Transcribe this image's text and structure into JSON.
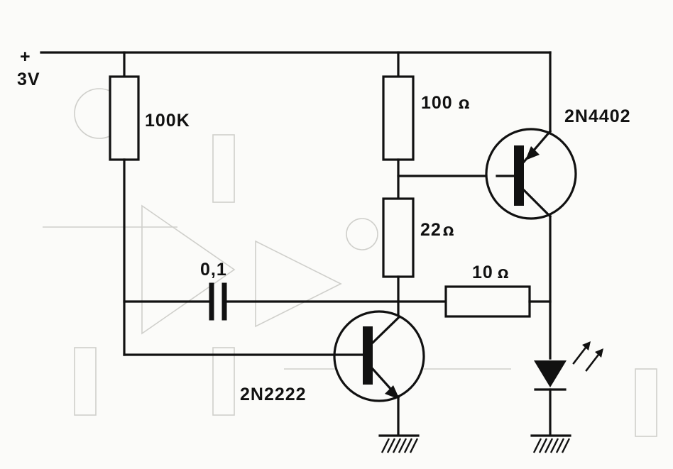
{
  "labels": {
    "supply_plus": "+",
    "supply_voltage": "3V",
    "r1": "100K",
    "r2": "100",
    "r3": "22",
    "r4": "10",
    "ohm_symbol": "Ω",
    "capacitor": "0,1",
    "q1": "2N4402",
    "q2": "2N2222"
  },
  "colors": {
    "ink": "#111111",
    "paper": "#fbfbf9",
    "ghost": "#cfcfcb"
  }
}
